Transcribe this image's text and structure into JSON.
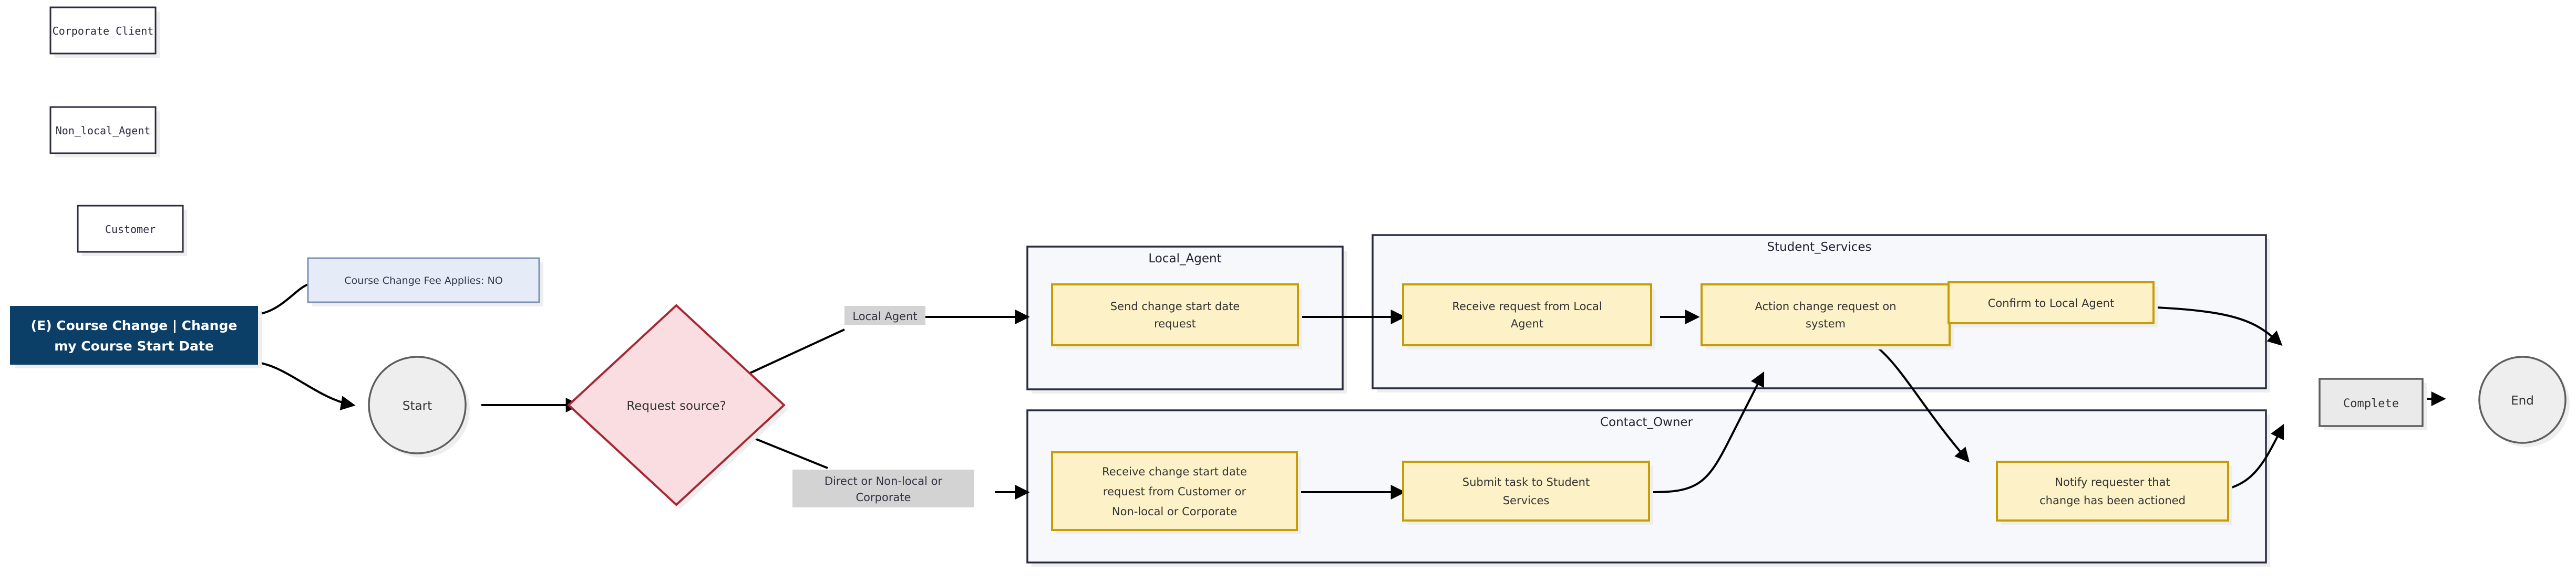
{
  "diagram": {
    "title_node": {
      "id": "hero",
      "label_line1": "(E) Course Change | Change",
      "label_line2": "my Course Start Date",
      "color": "#0b3f68"
    },
    "legend": [
      {
        "id": "legend-corporate-client",
        "label": "Corporate_Client"
      },
      {
        "id": "legend-non-local-agent",
        "label": "Non_local_Agent"
      },
      {
        "id": "legend-customer",
        "label": "Customer"
      }
    ],
    "note": {
      "id": "note-fee",
      "label": "Course Change Fee Applies: NO",
      "fill": "#e5ecf7",
      "stroke": "#7b92b5"
    },
    "start_node": {
      "id": "start",
      "label": "Start"
    },
    "end_node": {
      "id": "end",
      "label": "End"
    },
    "complete_node": {
      "id": "complete",
      "label": "Complete"
    },
    "decision": {
      "id": "request-source",
      "label": "Request source?",
      "fill": "#fadde1",
      "stroke": "#a52834"
    },
    "edge_labels": [
      {
        "id": "edge-label-local-agent",
        "label": "Local Agent"
      },
      {
        "id": "edge-label-direct",
        "line1": "Direct or Non-local or",
        "line2": "Corporate"
      }
    ],
    "clusters": [
      {
        "id": "cluster-local-agent",
        "title": "Local_Agent",
        "nodes": [
          {
            "id": "send-change-start-date-request",
            "line1": "Send change start date",
            "line2": "request"
          }
        ]
      },
      {
        "id": "cluster-student-services",
        "title": "Student_Services",
        "nodes": [
          {
            "id": "receive-request-from-local-agent",
            "line1": "Receive request from Local",
            "line2": "Agent"
          },
          {
            "id": "action-change-request-on-system",
            "line1": "Action change request on",
            "line2": "system"
          },
          {
            "id": "confirm-to-local-agent",
            "line1": "Confirm to Local Agent",
            "line2": ""
          }
        ]
      },
      {
        "id": "cluster-contact-owner",
        "title": "Contact_Owner",
        "nodes": [
          {
            "id": "receive-change-start-date-request",
            "line1": "Receive change start date",
            "line2": "request from Customer or",
            "line3": "Non-local or Corporate"
          },
          {
            "id": "submit-task-to-student-services",
            "line1": "Submit task to Student",
            "line2": "Services"
          },
          {
            "id": "notify-requester",
            "line1": "Notify requester that",
            "line2": "change has been actioned"
          }
        ]
      }
    ],
    "colors": {
      "task_fill": "#fdf1c8",
      "task_stroke": "#c79d07",
      "cluster_fill": "#f7f8fc",
      "cluster_stroke": "#2b2b40",
      "edge": "#000000",
      "edge_label_bg": "#d3d3d3"
    }
  }
}
